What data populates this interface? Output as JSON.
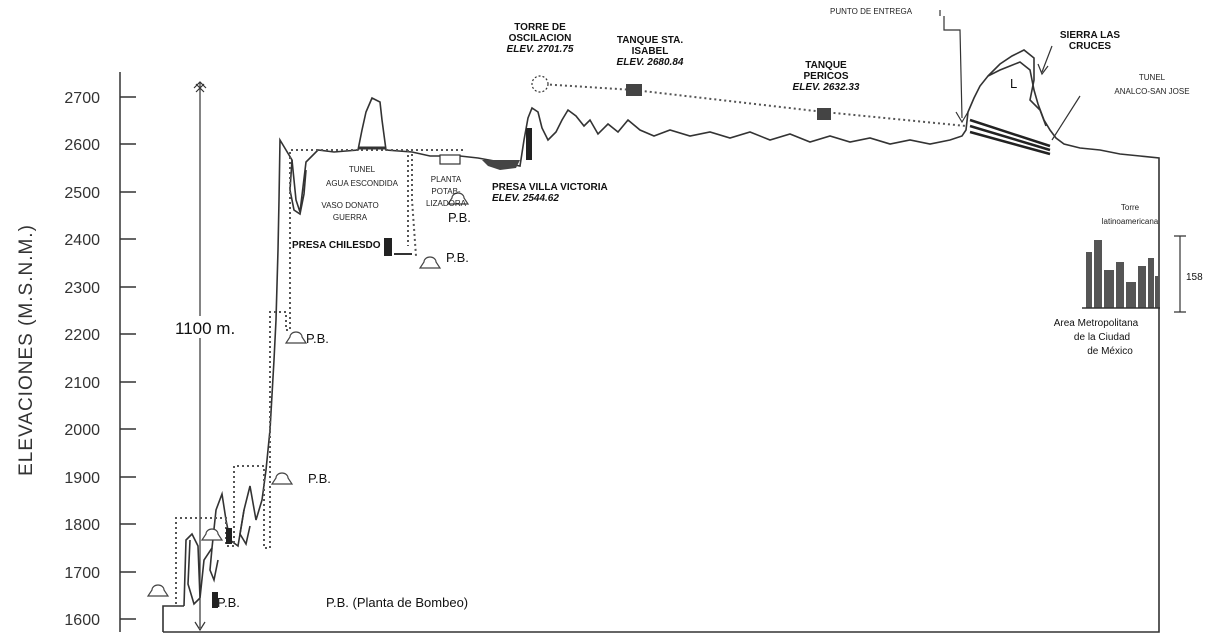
{
  "axis": {
    "title": "ELEVACIONES (M.S.N.M.)",
    "ticks": [
      "2700",
      "2600",
      "2500",
      "2400",
      "2300",
      "2200",
      "2100",
      "2000",
      "1900",
      "1800",
      "1700",
      "1600"
    ]
  },
  "height_marker": "1100 m.",
  "labels": {
    "torre_1": "TORRE DE",
    "torre_2": "OSCILACION",
    "torre_elev": "ELEV. 2701.75",
    "isabel_1": "TANQUE STA.",
    "isabel_2": "ISABEL",
    "isabel_elev": "ELEV. 2680.84",
    "pericos_1": "TANQUE",
    "pericos_2": "PERICOS",
    "pericos_elev": "ELEV. 2632.33",
    "punto_entrega": "PUNTO DE ENTREGA",
    "sierra_1": "SIERRA LAS",
    "sierra_2": "CRUCES",
    "tunel_analco_1": "TUNEL",
    "tunel_analco_2": "ANALCO-SAN JOSE",
    "tunel_agua_1": "TUNEL",
    "tunel_agua_2": "AGUA ESCONDIDA",
    "vaso_1": "VASO DONATO",
    "vaso_2": "GUERRA",
    "planta_1": "PLANTA",
    "planta_2": "POTAB-",
    "planta_3": "LIZADORA",
    "presa_villa_1": "PRESA VILLA VICTORIA",
    "presa_villa_elev": "ELEV. 2544.62",
    "presa_chilesdo": "PRESA CHILESDO",
    "torre_lat_1": "Torre",
    "torre_lat_2": "latinoamericana",
    "torre_lat_h": "158",
    "area_1": "Area Metropolitana",
    "area_2": "de la Ciudad",
    "area_3": "de México",
    "letter_l": "L",
    "pb_short": "P.B.",
    "pb_legend": "P.B. (Planta de Bombeo)"
  },
  "colors": {
    "ink": "#333333",
    "dark": "#1a1a1a"
  }
}
